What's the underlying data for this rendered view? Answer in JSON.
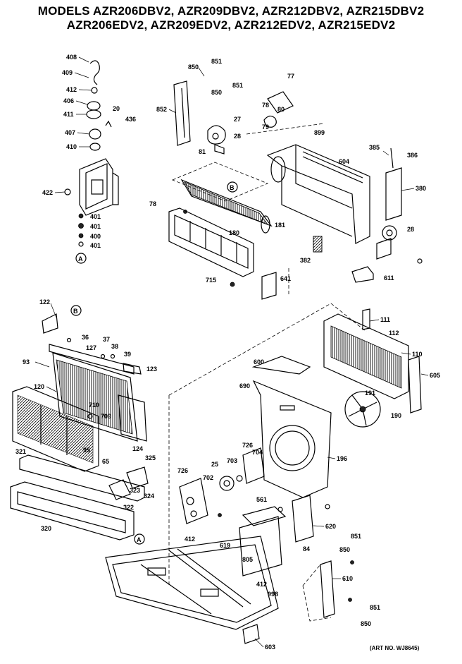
{
  "title": {
    "line1": "MODELS AZR206DBV2, AZR209DBV2, AZR212DBV2, AZR215DBV2",
    "line2": "AZR206EDV2, AZR209EDV2, AZR212EDV2, AZR215EDV2"
  },
  "art_no": "(ART NO. WJ8645)",
  "callouts": {
    "a": "A",
    "b": "B"
  },
  "labels": {
    "p408": "408",
    "p409": "409",
    "p412a": "412",
    "p406": "406",
    "p411": "411",
    "p20": "20",
    "p436": "436",
    "p407": "407",
    "p410": "410",
    "p422": "422",
    "p401a": "401",
    "p401b": "401",
    "p400": "400",
    "p401c": "401",
    "p850a": "850",
    "p851a": "851",
    "p850b": "850",
    "p851b": "851",
    "p852": "852",
    "p77": "77",
    "p78a": "78",
    "p80": "80",
    "p79": "79",
    "p27": "27",
    "p28a": "28",
    "p81": "81",
    "p899": "899",
    "p604": "604",
    "p385": "385",
    "p386": "386",
    "p380": "380",
    "p78b": "78",
    "p180": "180",
    "p181": "181",
    "p28b": "28",
    "p382": "382",
    "p611": "611",
    "p715": "715",
    "p641": "641",
    "p122": "122",
    "p36": "36",
    "p37": "37",
    "p38": "38",
    "p127": "127",
    "p39": "39",
    "p93": "93",
    "p123": "123",
    "p120": "120",
    "p710": "710",
    "p709": "709",
    "p95": "95",
    "p124": "124",
    "p65": "65",
    "p321": "321",
    "p325": "325",
    "p323": "323",
    "p324": "324",
    "p322": "322",
    "p320": "320",
    "p111": "111",
    "p112": "112",
    "p110": "110",
    "p605": "605",
    "p600": "600",
    "p690": "690",
    "p191": "191",
    "p190": "190",
    "p196": "196",
    "p726a": "726",
    "p704": "704",
    "p25": "25",
    "p703": "703",
    "p702": "702",
    "p726b": "726",
    "p561": "561",
    "p620": "620",
    "p412b": "412",
    "p619": "619",
    "p84": "84",
    "p805": "805",
    "p412c": "412",
    "p998": "998",
    "p603": "603",
    "p851c": "851",
    "p850c": "850",
    "p610": "610",
    "p851d": "851",
    "p850d": "850"
  }
}
